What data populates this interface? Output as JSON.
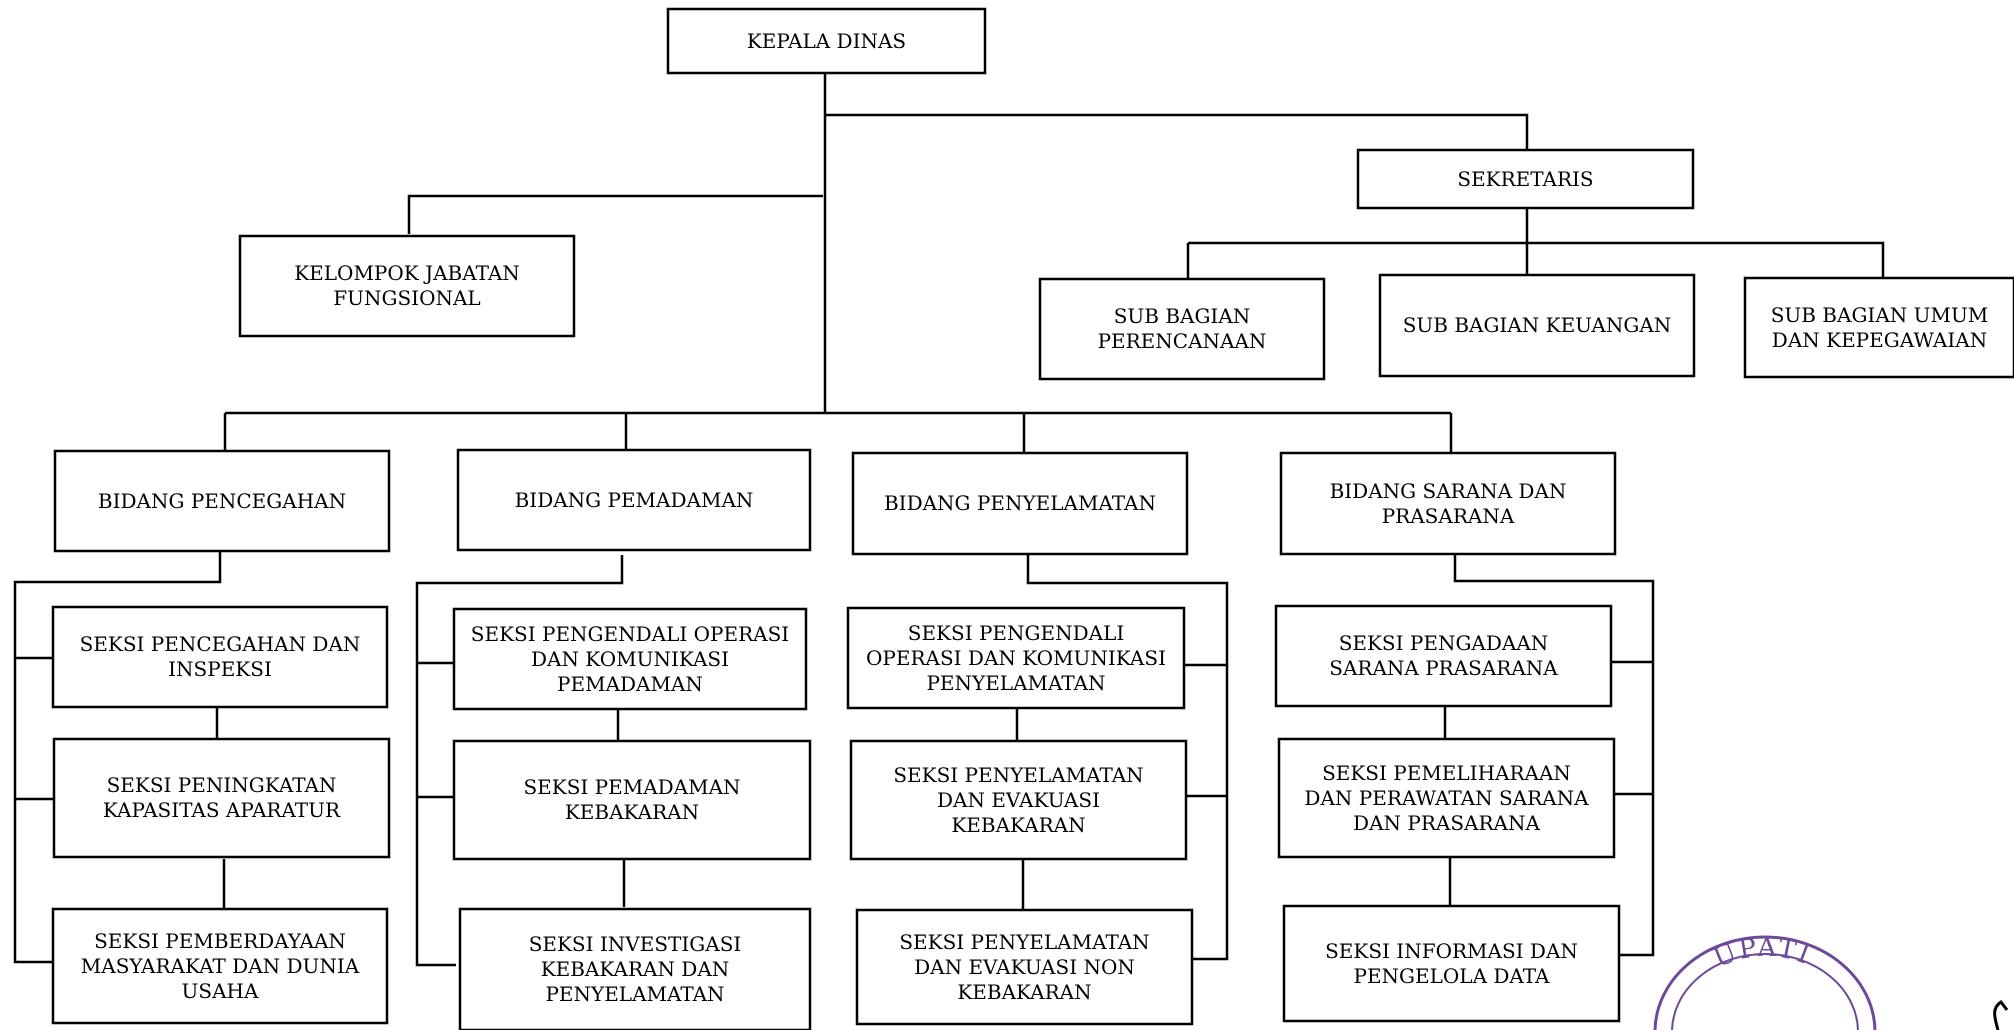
{
  "boxes": {
    "kepala": "KEPALA DINAS",
    "sekretaris": "SEKRETARIS",
    "jabfung": "KELOMPOK JABATAN\nFUNGSIONAL",
    "sub_perencanaan": "SUB BAGIAN\nPERENCANAAN",
    "sub_keuangan": "SUB BAGIAN KEUANGAN",
    "sub_umum": "SUB BAGIAN UMUM\nDAN KEPEGAWAIAN",
    "bid_pencegahan": "BIDANG PENCEGAHAN",
    "bid_pemadaman": "BIDANG PEMADAMAN",
    "bid_penyelamatan": "BIDANG PENYELAMATAN",
    "bid_sarana": "BIDANG SARANA DAN\nPRASARANA",
    "s_pencegahan_inspeksi": "SEKSI PENCEGAHAN DAN\nINSPEKSI",
    "s_peningkatan": "SEKSI PENINGKATAN\nKAPASITAS APARATUR",
    "s_pemberdayaan": "SEKSI PEMBERDAYAAN\nMASYARAKAT DAN DUNIA\nUSAHA",
    "s_pengendali_pemadaman": "SEKSI PENGENDALI OPERASI\nDAN KOMUNIKASI\nPEMADAMAN",
    "s_pemadaman_kebakaran": "SEKSI PEMADAMAN\nKEBAKARAN",
    "s_investigasi": "SEKSI INVESTIGASI\nKEBAKARAN DAN\nPENYELAMATAN",
    "s_pengendali_penyelamatan": "SEKSI PENGENDALI\nOPERASI DAN KOMUNIKASI\nPENYELAMATAN",
    "s_penyelamatan_kebakaran": "SEKSI PENYELAMATAN\nDAN EVAKUASI\nKEBAKARAN",
    "s_penyelamatan_non": "SEKSI PENYELAMATAN\nDAN EVAKUASI NON\nKEBAKARAN",
    "s_pengadaan": "SEKSI PENGADAAN\nSARANA PRASARANA",
    "s_pemeliharaan": "SEKSI PEMELIHARAAN\nDAN PERAWATAN SARANA\nDAN PRASARANA",
    "s_informasi": "SEKSI INFORMASI DAN\nPENGELOLA DATA"
  },
  "stamp": {
    "text": "UPATI",
    "color": "#6b4a9a"
  }
}
